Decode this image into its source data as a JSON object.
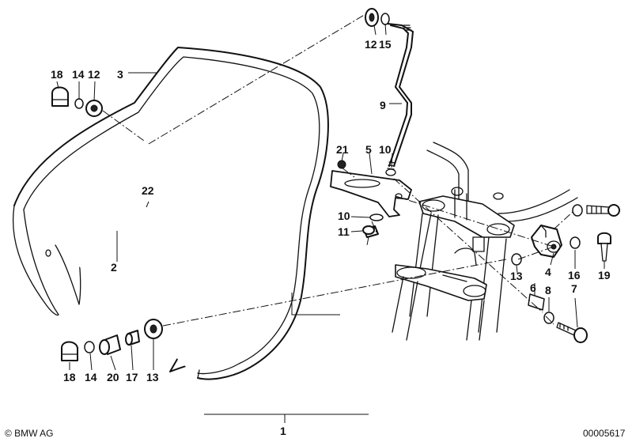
{
  "callouts": {
    "c1": "1",
    "c2": "2",
    "c3": "3",
    "c4": "4",
    "c5": "5",
    "c6": "6",
    "c7": "7",
    "c8": "8",
    "c9": "9",
    "c10a": "10",
    "c10b": "10",
    "c11": "11",
    "c12a": "12",
    "c12b": "12",
    "c13a": "13",
    "c13b": "13",
    "c14a": "14",
    "c14b": "14",
    "c15": "15",
    "c16": "16",
    "c17": "17",
    "c18a": "18",
    "c18b": "18",
    "c19": "19",
    "c20": "20",
    "c21": "21",
    "c22": "22"
  },
  "footer": {
    "copyright": "© BMW AG",
    "doc_number": "00005617"
  }
}
